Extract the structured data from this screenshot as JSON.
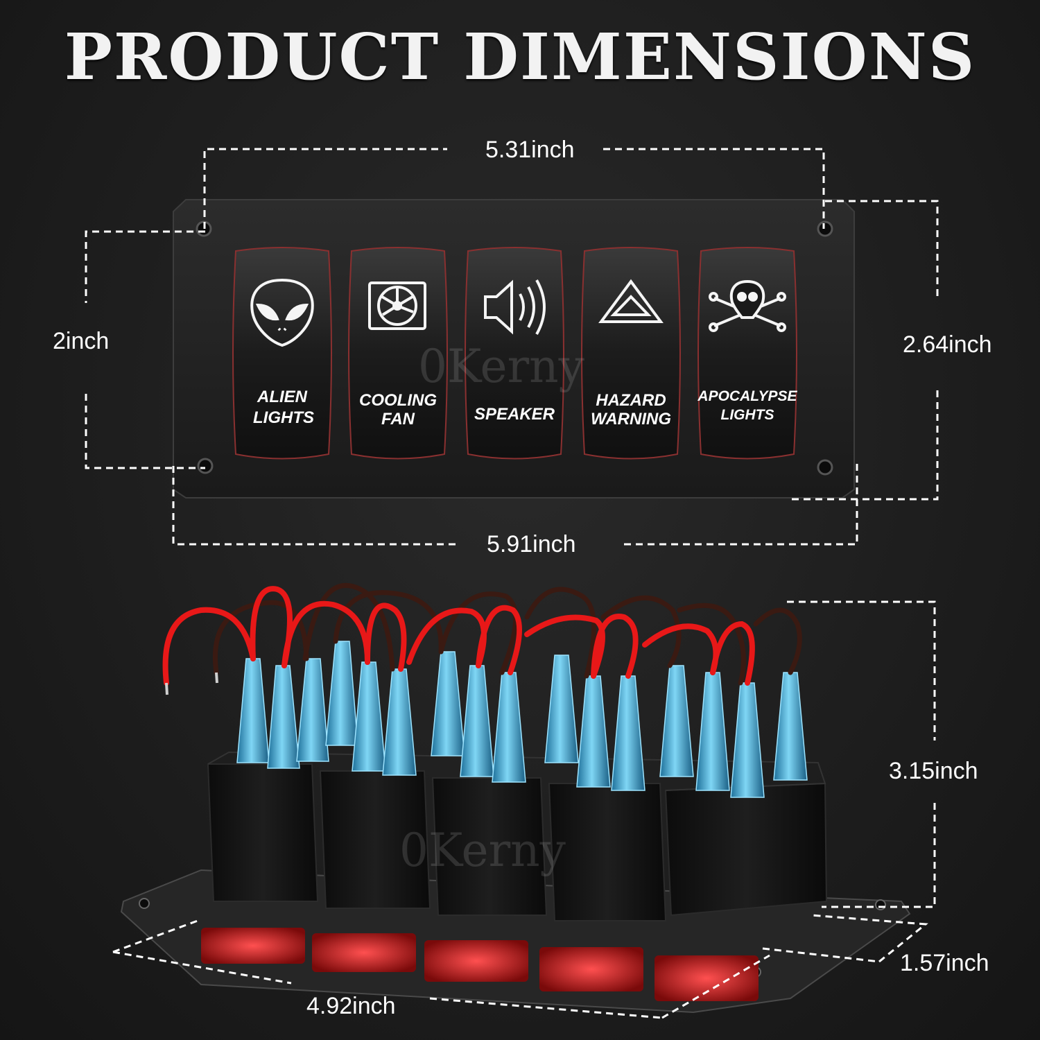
{
  "title": "PRODUCT DIMENSIONS",
  "watermark": "0Kerny",
  "dimensions": {
    "front_width_inner": "5.31inch",
    "front_width_outer": "5.91inch",
    "front_height_inner": "2inch",
    "front_height_outer": "2.64inch",
    "back_height": "3.15inch",
    "back_depth": "1.57inch",
    "back_width": "4.92inch"
  },
  "switches": [
    {
      "icon": "alien-icon",
      "line1": "ALIEN",
      "line2": "LIGHTS"
    },
    {
      "icon": "fan-icon",
      "line1": "COOLING",
      "line2": "FAN"
    },
    {
      "icon": "speaker-icon",
      "line1": "SPEAKER",
      "line2": ""
    },
    {
      "icon": "hazard-icon",
      "line1": "HAZARD",
      "line2": "WARNING"
    },
    {
      "icon": "skull-crossbones-icon",
      "line1": "APOCALYPSE",
      "line2": "LIGHTS"
    }
  ],
  "colors": {
    "background": "#1e1e1e",
    "wire_red": "#e81818",
    "terminal_blue": "#4fb8e0",
    "backlight_red": "#e02020"
  }
}
